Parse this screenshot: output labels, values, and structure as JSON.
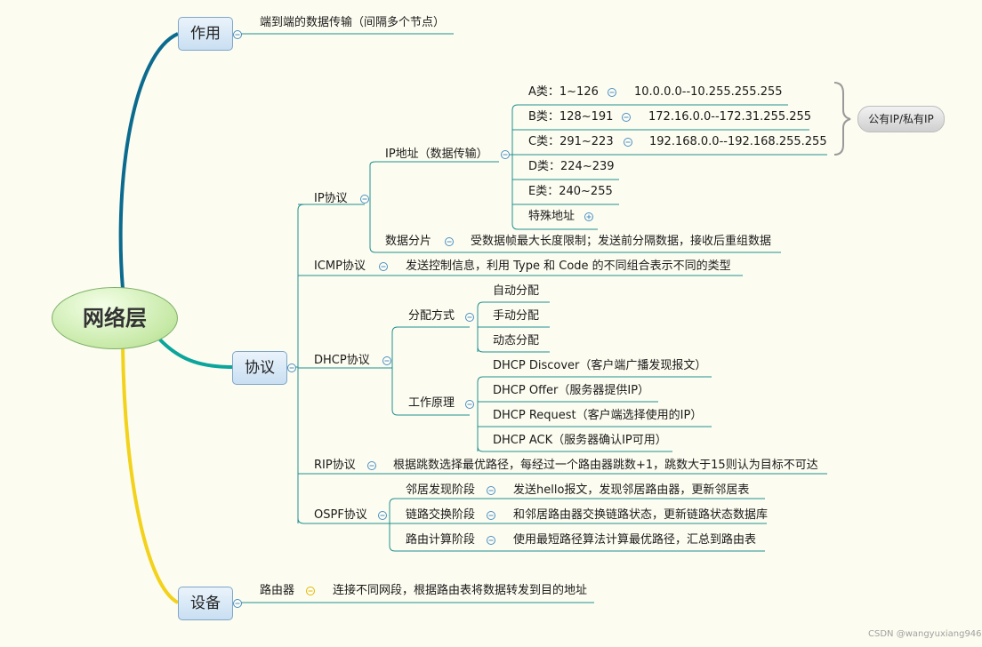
{
  "root": "网络层",
  "purpose": {
    "label": "作用",
    "desc": "端到端的数据传输（间隔多个节点）"
  },
  "protocol": {
    "label": "协议",
    "ip": {
      "label": "IP协议",
      "address": {
        "label": "IP地址（数据传输）",
        "classes": [
          {
            "name": "A类：1~126",
            "range": "10.0.0.0--10.255.255.255"
          },
          {
            "name": "B类：128~191",
            "range": "172.16.0.0--172.31.255.255"
          },
          {
            "name": "C类：291~223",
            "range": "192.168.0.0--192.168.255.255"
          },
          {
            "name": "D类：224~239"
          },
          {
            "name": "E类：240~255"
          },
          {
            "name": "特殊地址"
          }
        ],
        "brace_tag": "公有IP/私有IP"
      },
      "fragment": {
        "label": "数据分片",
        "desc": "受数据帧最大长度限制；发送前分隔数据，接收后重组数据"
      }
    },
    "icmp": {
      "label": "ICMP协议",
      "desc": "发送控制信息，利用 Type 和 Code 的不同组合表示不同的类型"
    },
    "dhcp": {
      "label": "DHCP协议",
      "methods_label": "分配方式",
      "methods": [
        "自动分配",
        "手动分配",
        "动态分配"
      ],
      "principle_label": "工作原理",
      "principles": [
        "DHCP Discover（客户端广播发现报文）",
        "DHCP Offer（服务器提供IP）",
        "DHCP Request（客户端选择使用的IP）",
        "DHCP ACK（服务器确认IP可用）"
      ]
    },
    "rip": {
      "label": "RIP协议",
      "desc": "根据跳数选择最优路径，每经过一个路由器跳数+1，跳数大于15则认为目标不可达"
    },
    "ospf": {
      "label": "OSPF协议",
      "phases": [
        {
          "name": "邻居发现阶段",
          "desc": "发送hello报文，发现邻居路由器，更新邻居表"
        },
        {
          "name": "链路交换阶段",
          "desc": "和邻居路由器交换链路状态，更新链路状态数据库"
        },
        {
          "name": "路由计算阶段",
          "desc": "使用最短路径算法计算最优路径，汇总到路由表"
        }
      ]
    }
  },
  "device": {
    "label": "设备",
    "router": "路由器",
    "desc": "连接不同网段，根据路由表将数据转发到目的地址"
  },
  "watermark": "CSDN @wangyuxiang946",
  "colors": {
    "line": "#1f8f8f",
    "branch_top": "#0b6b8f",
    "branch_mid": "#0aa59b",
    "branch_bottom": "#f2d21b",
    "box_border": "#7fa6c8"
  }
}
